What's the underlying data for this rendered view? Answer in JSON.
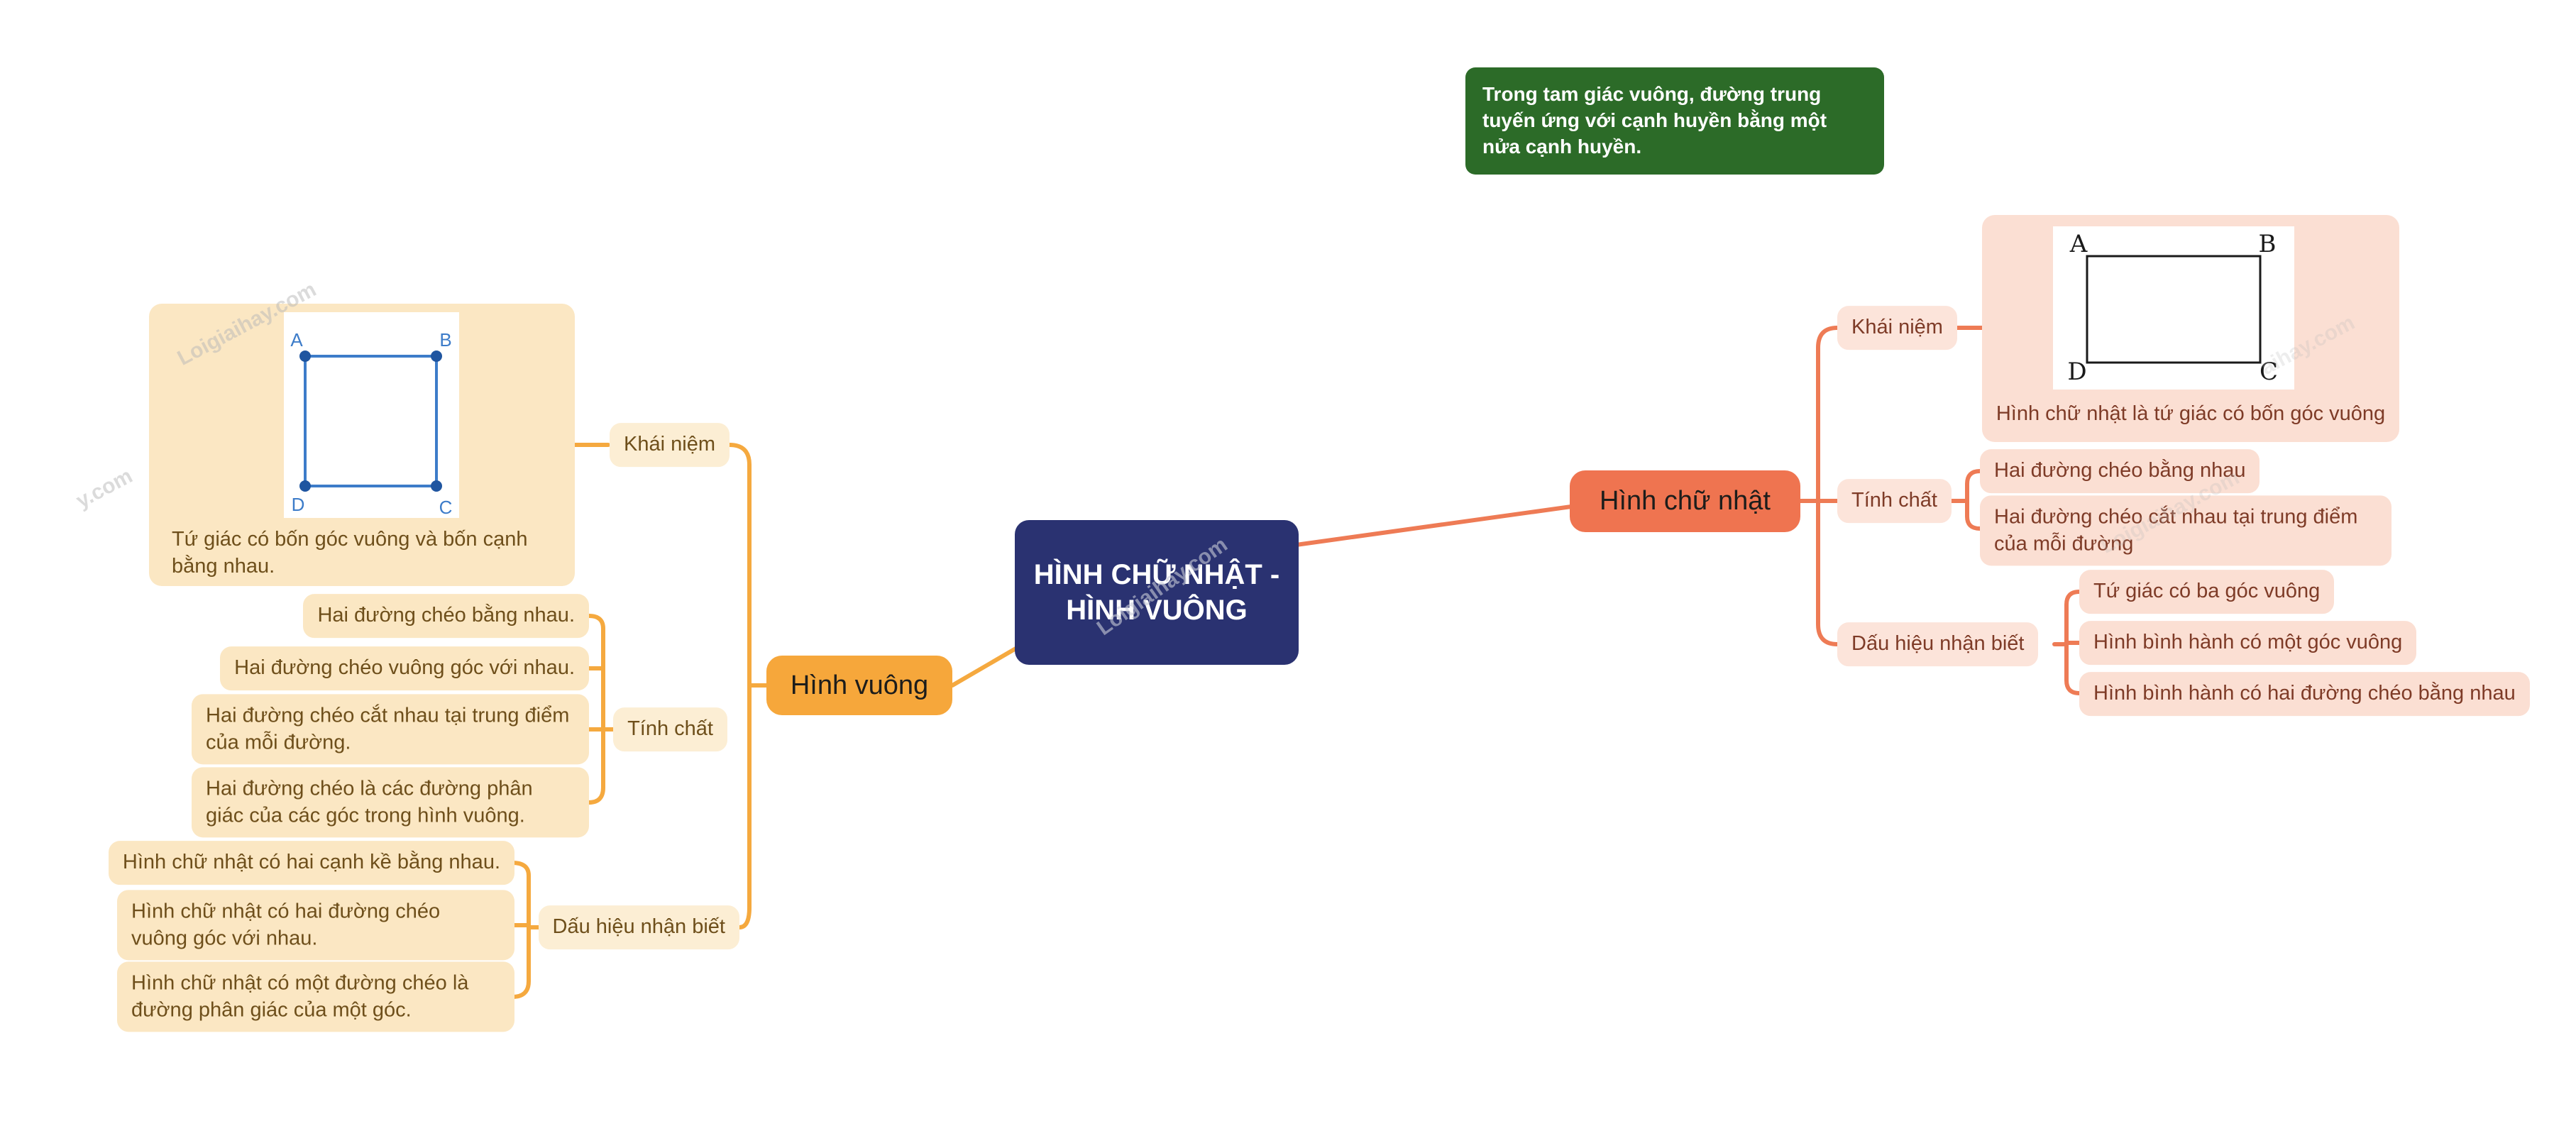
{
  "note": "Trong tam giác vuông, đường trung tuyến ứng với cạnh huyền bằng một nửa cạnh huyền.",
  "center": {
    "line1": "HÌNH CHỮ NHẬT -",
    "line2": "HÌNH VUÔNG"
  },
  "watermark": {
    "full": "Loigiaihay.com",
    "partial_left": "y.com",
    "partial_corner": "hay.com",
    "partial_right": "aihay.com"
  },
  "colors": {
    "left_branch": "#F5A93F",
    "right_branch": "#EE7B55",
    "left_node_bg": "#F6A73B",
    "right_node_bg": "#EF7450",
    "center_bg": "#2A3271",
    "note_bg": "#2C6B28",
    "left_card_bg": "#FBE7C3",
    "right_card_bg": "#FBDFD3",
    "left_text": "#6E4F1B",
    "right_text": "#7E3B27",
    "figure_blue": "#3D7CC9"
  },
  "left": {
    "node": "Hình vuông",
    "concept_label": "Khái niệm",
    "concept_caption": "Tứ giác có bốn góc vuông và bốn cạnh bằng nhau.",
    "figure": {
      "a": "A",
      "b": "B",
      "c": "C",
      "d": "D"
    },
    "properties_label": "Tính chất",
    "properties": [
      "Hai đường chéo bằng nhau.",
      "Hai đường chéo vuông góc với nhau.",
      "Hai đường chéo cắt nhau tại trung điểm của mỗi đường.",
      "Hai đường chéo là các đường phân giác của các góc trong hình vuông."
    ],
    "signs_label": "Dấu hiệu nhận biết",
    "signs": [
      "Hình chữ nhật có hai cạnh kề bằng nhau.",
      "Hình chữ nhật có hai đường chéo vuông góc với nhau.",
      "Hình chữ nhật có một đường chéo là đường phân giác của một góc."
    ]
  },
  "right": {
    "node": "Hình chữ nhật",
    "concept_label": "Khái niệm",
    "concept_caption": "Hình chữ nhật là tứ giác có bốn góc vuông",
    "figure": {
      "a": "A",
      "b": "B",
      "c": "C",
      "d": "D"
    },
    "properties_label": "Tính chất",
    "properties": [
      "Hai đường chéo bằng nhau",
      "Hai đường chéo cắt nhau tại trung điểm của mỗi đường"
    ],
    "signs_label": "Dấu hiệu nhận biết",
    "signs": [
      "Tứ giác có ba góc vuông",
      "Hình bình hành có một góc vuông",
      "Hình bình hành có hai đường chéo bằng nhau"
    ]
  }
}
